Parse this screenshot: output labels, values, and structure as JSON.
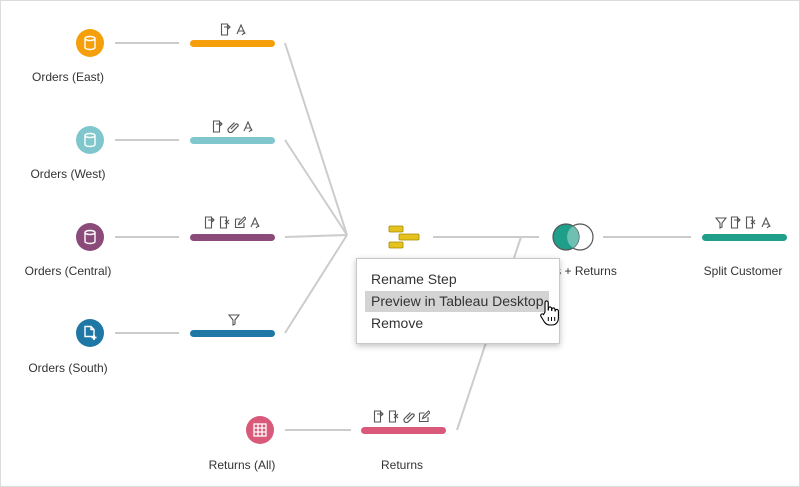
{
  "colors": {
    "east": "#f5a00a",
    "west": "#7fc7cc",
    "central": "#8b4b7a",
    "south": "#1f77a6",
    "returns": "#d9597a",
    "join_teal": "#1f9e8a",
    "split": "#1f9e8a",
    "union": "#e6c21f",
    "link": "#cccccc"
  },
  "nodes": {
    "orders_east": {
      "label": "Orders (East)",
      "icon": "database-icon"
    },
    "orders_west": {
      "label": "Orders (West)",
      "icon": "database-icon"
    },
    "orders_central": {
      "label": "Orders (Central)",
      "icon": "database-icon"
    },
    "orders_south": {
      "label": "Orders (South)",
      "icon": "file-add-icon"
    },
    "returns_all": {
      "label": "Returns (All)",
      "icon": "table-icon"
    },
    "returns_clean": {
      "label": "Returns"
    },
    "join": {
      "label": "s + Returns",
      "icon": "join-icon"
    },
    "split_customer": {
      "label": "Split Customer"
    },
    "union": {
      "icon": "union-icon"
    }
  },
  "step_icons": {
    "east": [
      "rename-field-icon",
      "split-field-icon"
    ],
    "west": [
      "rename-field-icon",
      "group-icon",
      "split-field-icon"
    ],
    "central": [
      "rename-field-icon",
      "remove-field-icon",
      "edit-icon",
      "split-field-icon"
    ],
    "south": [
      "filter-icon"
    ],
    "returns": [
      "rename-field-icon",
      "remove-field-icon",
      "group-icon",
      "edit-icon"
    ],
    "split": [
      "filter-icon",
      "rename-field-icon",
      "remove-field-icon",
      "split-field-icon"
    ]
  },
  "context_menu": {
    "items": [
      {
        "label": "Rename Step"
      },
      {
        "label": "Preview in Tableau Desktop",
        "highlighted": true
      },
      {
        "label": "Remove"
      }
    ]
  }
}
